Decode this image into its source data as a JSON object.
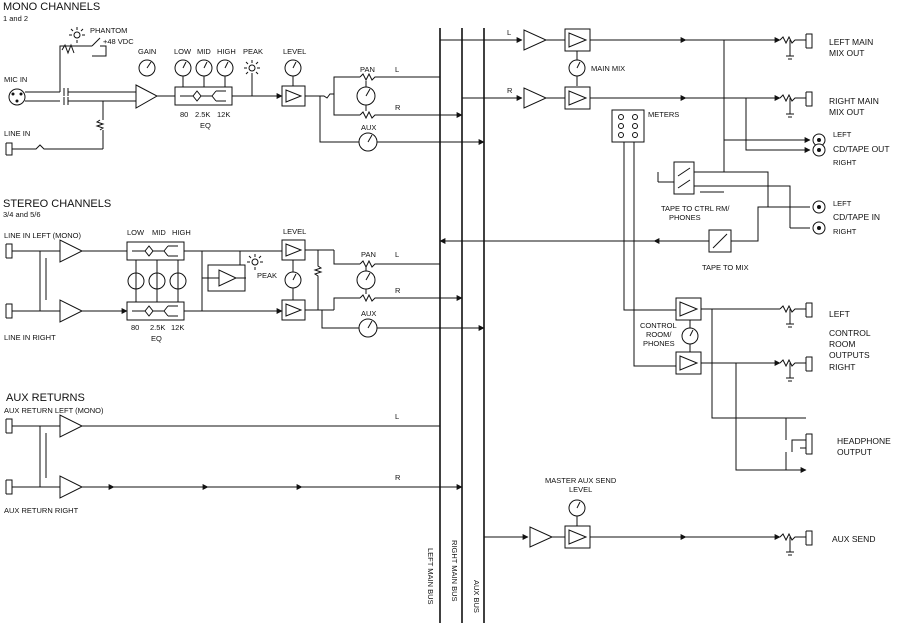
{
  "sections": {
    "mono": {
      "title": "MONO CHANNELS",
      "sub": "1 and 2"
    },
    "stereo": {
      "title": "STEREO CHANNELS",
      "sub": "3/4 and 5/6"
    },
    "aux": {
      "title": "AUX RETURNS"
    }
  },
  "mono": {
    "phantom": "PHANTOM",
    "vdc": "+48 VDC",
    "mic_in": "MIC IN",
    "line_in": "LINE IN",
    "gain": "GAIN",
    "low": "LOW",
    "mid": "MID",
    "high": "HIGH",
    "peak": "PEAK",
    "level": "LEVEL",
    "f1": "80",
    "f2": "2.5K",
    "f3": "12K",
    "eq": "EQ",
    "pan": "PAN",
    "l": "L",
    "r": "R",
    "aux": "AUX"
  },
  "stereo": {
    "line_in_left": "LINE IN LEFT (MONO)",
    "line_in_right": "LINE IN RIGHT",
    "low": "LOW",
    "mid": "MID",
    "high": "HIGH",
    "peak": "PEAK",
    "level": "LEVEL",
    "f1": "80",
    "f2": "2.5K",
    "f3": "12K",
    "eq": "EQ",
    "pan": "PAN",
    "l": "L",
    "r": "R",
    "aux": "AUX"
  },
  "returns": {
    "left": "AUX RETURN LEFT (MONO)",
    "right": "AUX RETURN RIGHT",
    "l": "L",
    "r": "R"
  },
  "buses": {
    "left": "LEFT MAIN BUS",
    "right": "RIGHT MAIN BUS",
    "aux": "AUX BUS"
  },
  "master": {
    "l": "L",
    "r": "R",
    "main_mix": "MAIN MIX",
    "meters": "METERS",
    "tape_ctrl_1": "TAPE TO CTRL RM/",
    "tape_ctrl_2": "PHONES",
    "tape_to_mix": "TAPE TO MIX",
    "cr_1": "CONTROL",
    "cr_2": "ROOM/",
    "cr_3": "PHONES",
    "master_aux_1": "MASTER AUX SEND",
    "master_aux_2": "LEVEL"
  },
  "outputs": {
    "left_main_1": "LEFT MAIN",
    "left_main_2": "MIX OUT",
    "right_main_1": "RIGHT MAIN",
    "right_main_2": "MIX OUT",
    "cd_out": "CD/TAPE OUT",
    "cd_out_left": "LEFT",
    "cd_out_right": "RIGHT",
    "cd_in": "CD/TAPE IN",
    "cd_in_left": "LEFT",
    "cd_in_right": "RIGHT",
    "cr_left": "LEFT",
    "cr_1": "CONTROL",
    "cr_2": "ROOM",
    "cr_3": "OUTPUTS",
    "cr_right": "RIGHT",
    "hp_1": "HEADPHONE",
    "hp_2": "OUTPUT",
    "aux_send": "AUX SEND"
  }
}
